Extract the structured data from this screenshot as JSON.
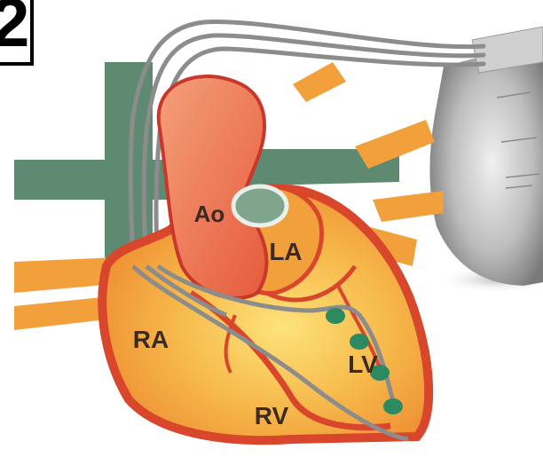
{
  "panel": {
    "label": "2"
  },
  "heart": {
    "labels": {
      "aorta": "Ao",
      "left_atrium": "LA",
      "right_atrium": "RA",
      "left_ventricle": "LV",
      "right_ventricle": "RV"
    }
  },
  "device": {
    "type": "pacemaker generator",
    "lead_count": 3
  },
  "colors": {
    "vessel_green": "#5f8a72",
    "heart_orange": "#f2a03c",
    "heart_red": "#d8462c",
    "lead_gray": "#8c8c8c",
    "electrode_green": "#2d8a60",
    "device_silver": "#b8b8b8"
  }
}
